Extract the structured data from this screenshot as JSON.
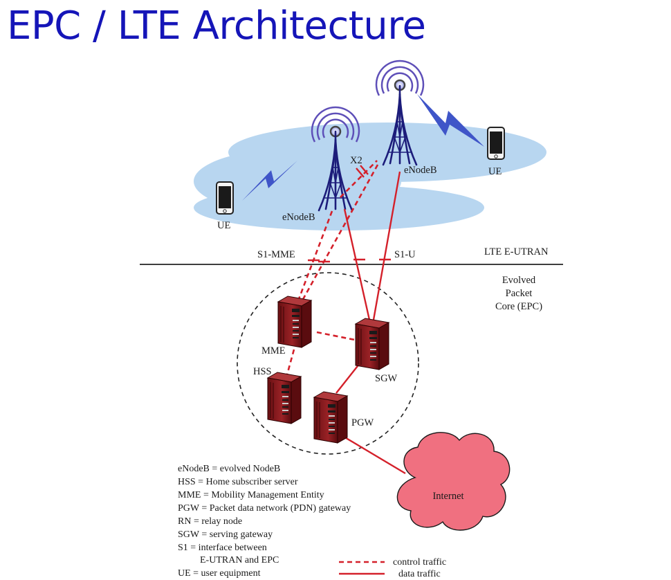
{
  "title": "EPC / LTE Architecture",
  "labels": {
    "x2": "X2",
    "enodeb_left": "eNodeB",
    "enodeb_right": "eNodeB",
    "ue_left": "UE",
    "ue_right": "UE",
    "s1_mme": "S1-MME",
    "s1_u": "S1-U",
    "lte_eutran": "LTE E-UTRAN",
    "epc_line1": "Evolved",
    "epc_line2": "Packet",
    "epc_line3": "Core (EPC)",
    "mme": "MME",
    "hss": "HSS",
    "sgw": "SGW",
    "pgw": "PGW",
    "internet": "Internet"
  },
  "glossary": [
    "eNodeB = evolved NodeB",
    "HSS = Home subscriber server",
    "MME = Mobility Management Entity",
    "PGW = Packet data network (PDN) gateway",
    "RN = relay node",
    "SGW = serving gateway",
    "S1 = interface between",
    "E-UTRAN and EPC",
    "UE = user equipment"
  ],
  "legend": {
    "control": "control traffic",
    "data": "data traffic"
  },
  "colors": {
    "title": "#1515b8",
    "tower": "#1c1c7a",
    "cloud_ran": "#b8d6f0",
    "lightning": "#3f55c8",
    "link_red": "#d4202a",
    "server": "#8a1a1e",
    "internet_cloud": "#f07080"
  }
}
